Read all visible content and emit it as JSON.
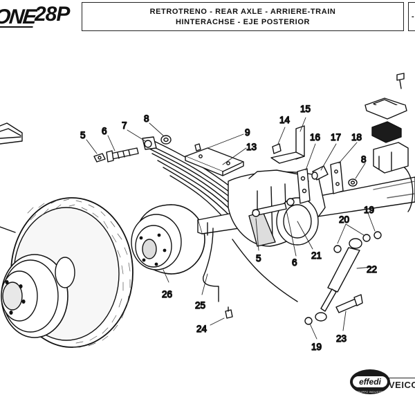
{
  "header": {
    "brand_fragment": "ONE",
    "model": "28P",
    "title_line1": "RETROTRENO - REAR AXLE - ARRIERE-TRAIN",
    "title_line2": "HINTERACHSE - EJE POSTERIOR"
  },
  "callouts": {
    "c5a": "5",
    "c6a": "6",
    "c7": "7",
    "c8a": "8",
    "c9": "9",
    "c13": "13",
    "c14": "14",
    "c15": "15",
    "c16": "16",
    "c17": "17",
    "c18": "18",
    "c8b": "8",
    "c19a": "19",
    "c20": "20",
    "c22": "22",
    "c21": "21",
    "c6b": "6",
    "c5b": "5",
    "c26": "26",
    "c25": "25",
    "c24": "24",
    "c23": "23",
    "c19b": "19"
  },
  "footer": {
    "logo_word": "effedi",
    "logo_subtext": "GRUPPO INDUSTRIALE",
    "company_fragment": "VEICO"
  }
}
